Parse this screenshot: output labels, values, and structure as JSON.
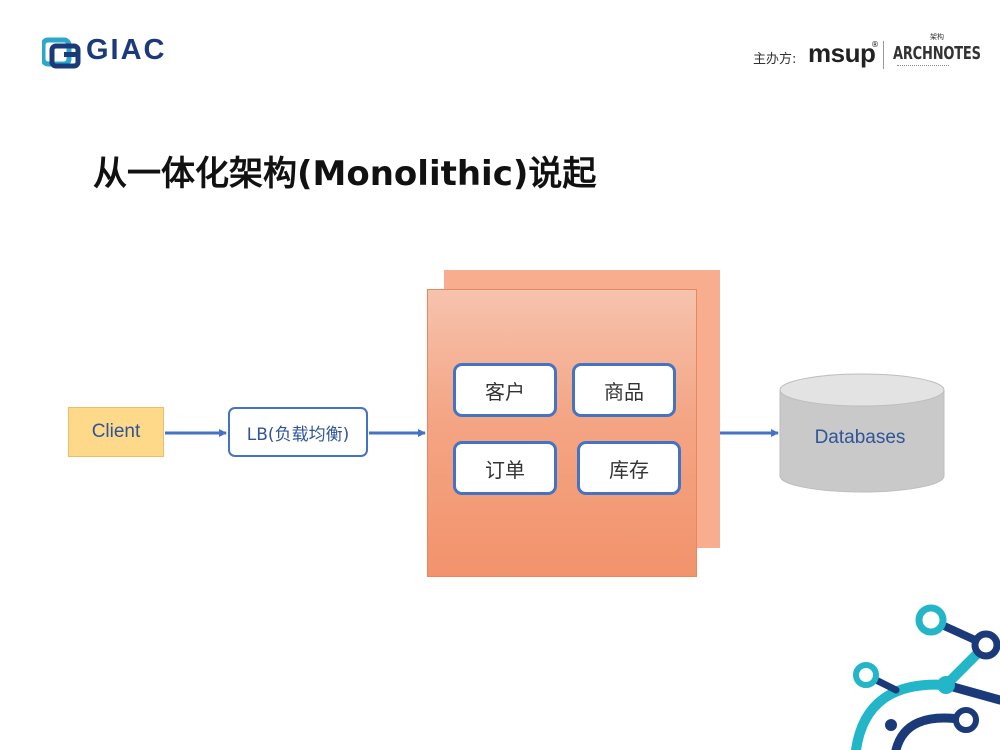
{
  "header": {
    "logo_text": "GIAC",
    "sponsor_label": "主办方:",
    "sponsor_brand_1": "msup",
    "sponsor_brand_1_reg": "®",
    "sponsor_brand_2": "ARCHNOTES",
    "sponsor_brand_2_cn": "架构"
  },
  "slide": {
    "title": "从一体化架构(Monolithic)说起"
  },
  "diagram": {
    "client": "Client",
    "load_balancer": "LB(负载均衡)",
    "modules": [
      "客户",
      "商品",
      "订单",
      "库存"
    ],
    "database": "Databases"
  },
  "colors": {
    "accent_blue": "#4472c4",
    "client_fill": "#ffd98a",
    "app_fill": "#f4a584",
    "db_fill": "#c9c9c9",
    "logo_blue": "#1b3a7a",
    "corner_teal": "#23b5c8"
  },
  "icons": {
    "logo": "giac-logo-icon",
    "corner": "network-decoration-icon"
  }
}
